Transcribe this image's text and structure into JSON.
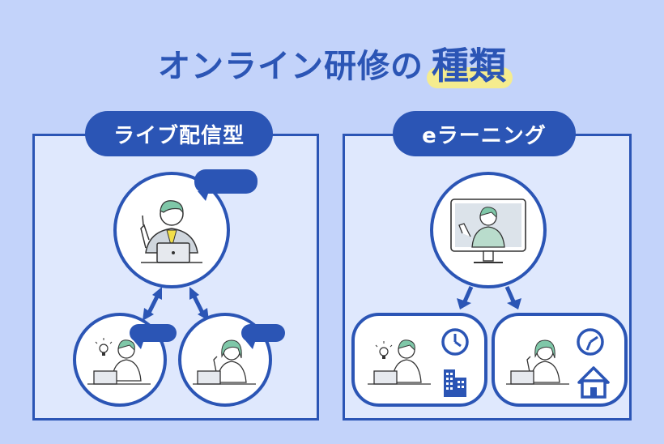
{
  "title": {
    "main": "オンライン研修の",
    "accent": "種類"
  },
  "left_panel": {
    "label": "ライブ配信型"
  },
  "right_panel": {
    "label": "eラーニング"
  },
  "colors": {
    "background": "#c3d3fa",
    "panel": "#dfe8fd",
    "accent": "#2b55b5",
    "highlight": "#f5ec8e"
  },
  "icons": [
    "bidirectional-arrow-icon",
    "down-arrow-icon",
    "clock-icon",
    "office-building-icon",
    "house-icon",
    "lightbulb-icon",
    "speech-bubble-icon"
  ]
}
